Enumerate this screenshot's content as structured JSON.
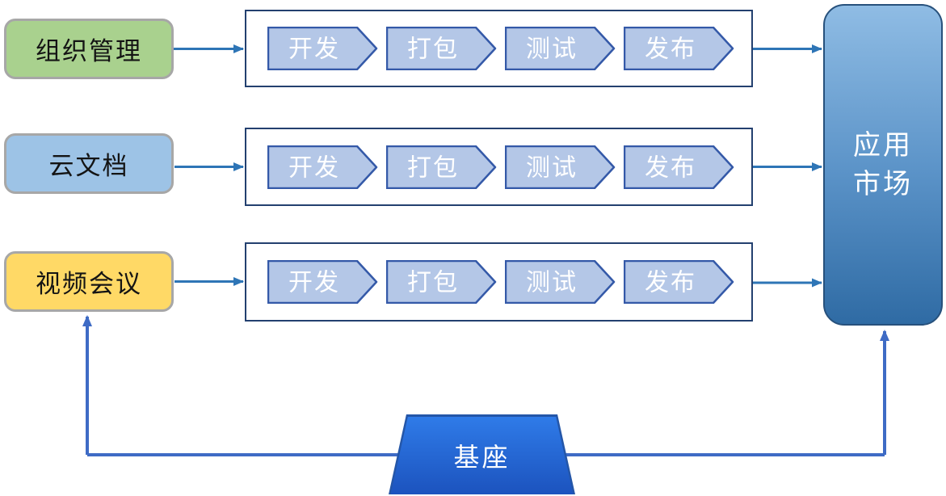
{
  "sources": [
    {
      "id": "org",
      "label": "组织管理",
      "fill": "#a9d18e"
    },
    {
      "id": "docs",
      "label": "云文档",
      "fill": "#9dc3e6"
    },
    {
      "id": "meeting",
      "label": "视频会议",
      "fill": "#ffd966"
    }
  ],
  "stages": [
    "开发",
    "打包",
    "测试",
    "发布"
  ],
  "market": {
    "label": "应用市场",
    "lines": [
      "应用",
      "市场"
    ]
  },
  "base": {
    "label": "基座"
  },
  "colors": {
    "source_border": "#a7a7a7",
    "stage_fill": "#b4c7e7",
    "stage_border": "#3459a8",
    "pipeline_border": "#23406f",
    "side_arrow": "#2e75b6",
    "bottom_connector": "#3e6bc5",
    "market_border": "#27517c",
    "market_gradient_top": "#8fbce4",
    "market_gradient_bottom": "#2f6ba4",
    "base_gradient_top": "#2f7be8",
    "base_gradient_bottom": "#1c53be"
  }
}
